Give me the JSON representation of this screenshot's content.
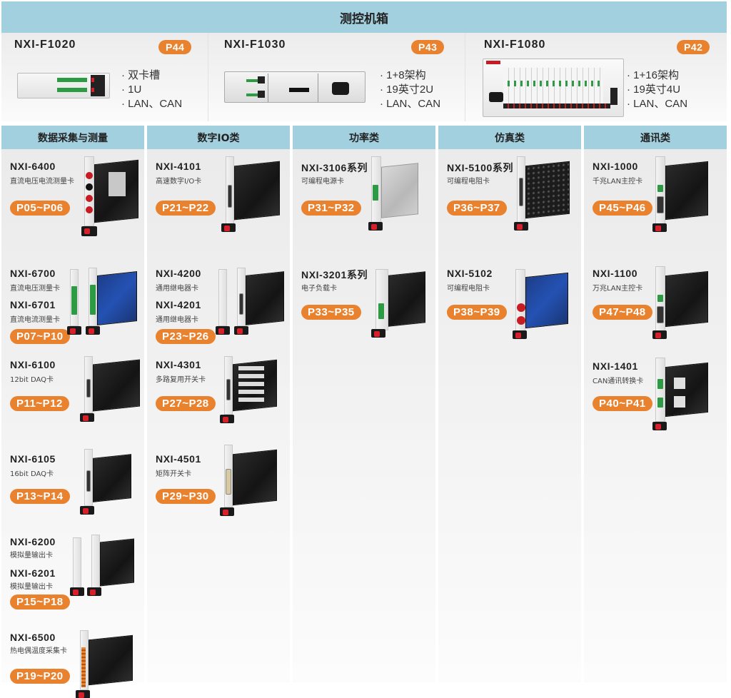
{
  "header": {
    "title": "测控机箱"
  },
  "chassis": [
    {
      "model": "NXI-F1020",
      "page": "P44",
      "features": [
        "双卡槽",
        "1U",
        "LAN、CAN"
      ]
    },
    {
      "model": "NXI-F1030",
      "page": "P43",
      "features": [
        "1+8架构",
        "19英寸2U",
        "LAN、CAN"
      ]
    },
    {
      "model": "NXI-F1080",
      "page": "P42",
      "features": [
        "1+16架构",
        "19英寸4U",
        "LAN、CAN"
      ]
    }
  ],
  "categories": [
    {
      "title": "数据采集与测量",
      "products": [
        {
          "models": [
            {
              "model": "NXI-6400",
              "desc": "直流电压电流测量卡"
            }
          ],
          "pages": "P05~P06"
        },
        {
          "models": [
            {
              "model": "NXI-6700",
              "desc": "直流电压测量卡"
            },
            {
              "model": "NXI-6701",
              "desc": "直流电流测量卡"
            }
          ],
          "pages": "P07~P10"
        },
        {
          "models": [
            {
              "model": "NXI-6100",
              "desc": "12bit DAQ卡"
            }
          ],
          "pages": "P11~P12"
        },
        {
          "models": [
            {
              "model": "NXI-6105",
              "desc": "16bit DAQ卡"
            }
          ],
          "pages": "P13~P14"
        },
        {
          "models": [
            {
              "model": "NXI-6200",
              "desc": "模拟量输出卡"
            },
            {
              "model": "NXI-6201",
              "desc": "模拟量输出卡"
            }
          ],
          "pages": "P15~P18"
        },
        {
          "models": [
            {
              "model": "NXI-6500",
              "desc": "热电偶温度采集卡"
            }
          ],
          "pages": "P19~P20"
        }
      ]
    },
    {
      "title": "数字IO类",
      "products": [
        {
          "models": [
            {
              "model": "NXI-4101",
              "desc": "高速数字I/O卡"
            }
          ],
          "pages": "P21~P22"
        },
        {
          "models": [
            {
              "model": "NXI-4200",
              "desc": "通用继电器卡"
            },
            {
              "model": "NXI-4201",
              "desc": "通用继电器卡"
            }
          ],
          "pages": "P23~P26"
        },
        {
          "models": [
            {
              "model": "NXI-4301",
              "desc": "多路复用开关卡"
            }
          ],
          "pages": "P27~P28"
        },
        {
          "models": [
            {
              "model": "NXI-4501",
              "desc": "矩阵开关卡"
            }
          ],
          "pages": "P29~P30"
        }
      ]
    },
    {
      "title": "功率类",
      "products": [
        {
          "models": [
            {
              "model": "NXI-3106系列",
              "desc": "可编程电源卡"
            }
          ],
          "pages": "P31~P32"
        },
        {
          "models": [
            {
              "model": "NXI-3201系列",
              "desc": "电子负载卡"
            }
          ],
          "pages": "P33~P35"
        }
      ]
    },
    {
      "title": "仿真类",
      "products": [
        {
          "models": [
            {
              "model": "NXI-5100系列",
              "desc": "可编程电阻卡"
            }
          ],
          "pages": "P36~P37"
        },
        {
          "models": [
            {
              "model": "NXI-5102",
              "desc": "可编程电阻卡"
            }
          ],
          "pages": "P38~P39"
        }
      ]
    },
    {
      "title": "通讯类",
      "products": [
        {
          "models": [
            {
              "model": "NXI-1000",
              "desc": "千兆LAN主控卡"
            }
          ],
          "pages": "P45~P46"
        },
        {
          "models": [
            {
              "model": "NXI-1100",
              "desc": "万兆LAN主控卡"
            }
          ],
          "pages": "P47~P48"
        },
        {
          "models": [
            {
              "model": "NXI-1401",
              "desc": "CAN通讯转换卡"
            }
          ],
          "pages": "P40~P41"
        }
      ]
    }
  ],
  "colors": {
    "header_bg": "#a2d0df",
    "badge": "#e9822e"
  }
}
